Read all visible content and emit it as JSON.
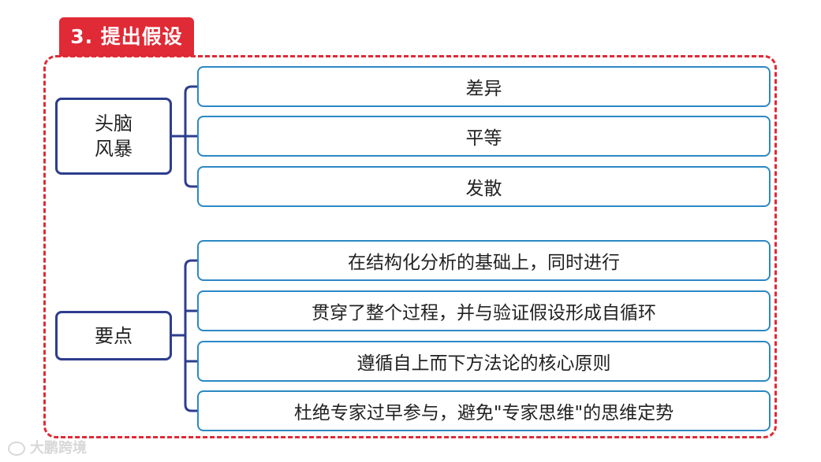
{
  "title": "3. 提出假设",
  "groups": [
    {
      "label_lines": [
        "头脑",
        "风暴"
      ],
      "items": [
        "差异",
        "平等",
        "发散"
      ]
    },
    {
      "label_lines": [
        "要点"
      ],
      "items": [
        "在结构化分析的基础上，同时进行",
        "贯穿了整个过程，并与验证假设形成自循环",
        "遵循自上而下方法论的核心原则",
        "杜绝专家过早参与，避免\"专家思维\"的思维定势"
      ]
    }
  ],
  "watermark": "大鹏跨境",
  "colors": {
    "accent_red": "#e02a35",
    "category_border": "#2d3d8e",
    "item_border": "#2b88c4"
  }
}
